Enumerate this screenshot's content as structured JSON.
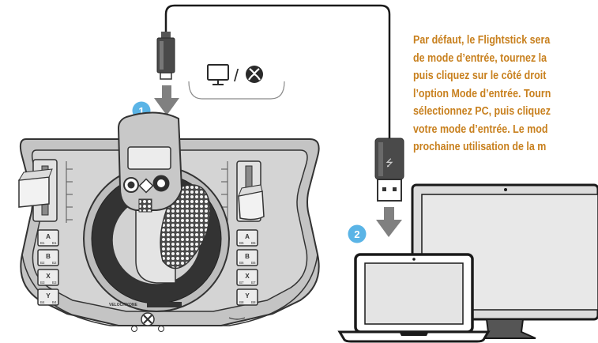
{
  "instructions": {
    "lines": [
      "Par défaut, le Flightstick sera",
      "de mode d’entrée, tournez la",
      "puis cliquez sur le côté droit",
      "l’option Mode d’entrée. Tourn",
      "sélectionnez PC, puis cliquez",
      "votre mode d’entrée. Le mod",
      "prochaine utilisation de la m"
    ],
    "color": "#c8801e"
  },
  "steps": [
    {
      "number": "1",
      "color": "#5ab4e6"
    },
    {
      "number": "2",
      "color": "#5ab4e6"
    }
  ],
  "mode_icons": {
    "separator": "/",
    "icons": [
      "monitor-icon",
      "xbox-icon"
    ]
  },
  "controller": {
    "brand": "VELOCITYONE",
    "face_buttons_left": [
      {
        "letter": "A",
        "left": "B1",
        "right": "B1"
      },
      {
        "letter": "B",
        "left": "B2",
        "right": "B2"
      },
      {
        "letter": "X",
        "left": "B3",
        "right": "B3"
      },
      {
        "letter": "Y",
        "left": "B4",
        "right": "B4"
      }
    ],
    "face_buttons_right": [
      {
        "letter": "A",
        "left": "B5",
        "right": "B5"
      },
      {
        "letter": "B",
        "left": "B6",
        "right": "B6"
      },
      {
        "letter": "X",
        "left": "B7",
        "right": "B7"
      },
      {
        "letter": "Y",
        "left": "B8",
        "right": "B8"
      }
    ]
  }
}
